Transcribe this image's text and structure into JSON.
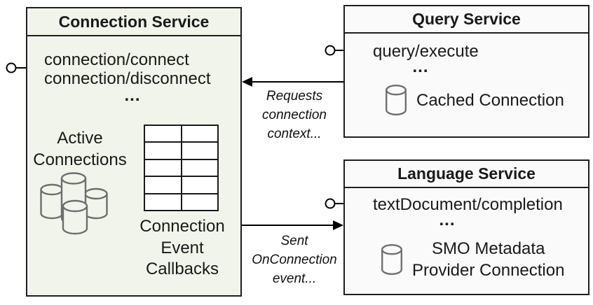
{
  "colors": {
    "connection_box_fill": "#f1f4ea",
    "service_box_fill": "#fafafa",
    "box_border": "#1f1f1f",
    "connector_line": "#000000",
    "cylinder_stroke": "#6e6e6e",
    "text": "#1a1a1a"
  },
  "connection_service": {
    "title": "Connection Service",
    "methods": [
      "connection/connect",
      "connection/disconnect"
    ],
    "ellipsis": "...",
    "active_label": [
      "Active",
      "Connections"
    ],
    "callbacks_label": [
      "Connection",
      "Event",
      "Callbacks"
    ]
  },
  "query_service": {
    "title": "Query Service",
    "method": "query/execute",
    "ellipsis": "...",
    "cache_label": "Cached Connection"
  },
  "language_service": {
    "title": "Language Service",
    "method": "textDocument/completion",
    "ellipsis": "...",
    "smo_label": [
      "SMO Metadata",
      "Provider Connection"
    ]
  },
  "arrows": {
    "requests_label": [
      "Requests",
      "connection",
      "context..."
    ],
    "sent_label": [
      "Sent",
      "OnConnection",
      "event..."
    ]
  }
}
